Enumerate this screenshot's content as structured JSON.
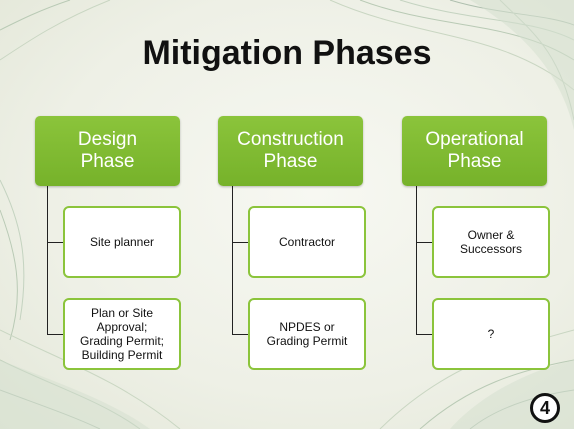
{
  "slide": {
    "title": "Mitigation Phases",
    "page_number": "4",
    "accent_color": "#8bc43b"
  },
  "phases": [
    {
      "title_line1": "Design",
      "title_line2": "Phase",
      "items": [
        {
          "line1": "Site planner",
          "line2": "",
          "line3": "",
          "line4": ""
        },
        {
          "line1": "Plan or Site",
          "line2": "Approval;",
          "line3": "Grading Permit;",
          "line4": "Building Permit"
        }
      ]
    },
    {
      "title_line1": "Construction",
      "title_line2": "Phase",
      "items": [
        {
          "line1": "Contractor",
          "line2": "",
          "line3": "",
          "line4": ""
        },
        {
          "line1": "NPDES or",
          "line2": "Grading Permit",
          "line3": "",
          "line4": ""
        }
      ]
    },
    {
      "title_line1": "Operational",
      "title_line2": "Phase",
      "items": [
        {
          "line1": "Owner &",
          "line2": "Successors",
          "line3": "",
          "line4": ""
        },
        {
          "line1": "?",
          "line2": "",
          "line3": "",
          "line4": ""
        }
      ]
    }
  ]
}
